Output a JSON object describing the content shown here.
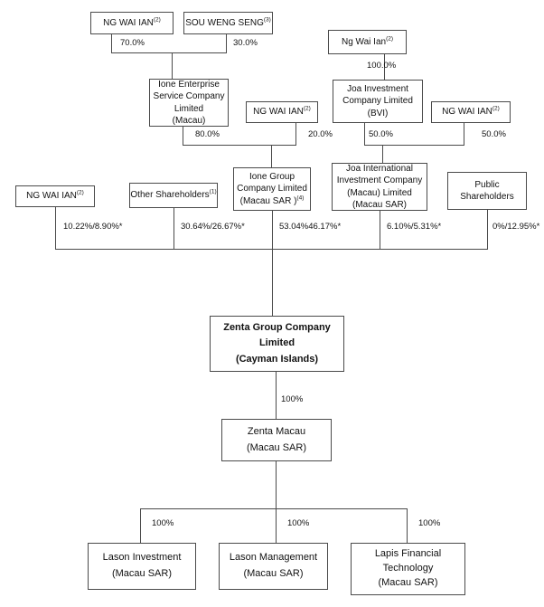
{
  "entities": {
    "ng_wai_ian_top": {
      "label": "NG WAI IAN",
      "sup": "(2)"
    },
    "sou_weng_seng": {
      "label": "SOU WENG SENG",
      "sup": "(3)"
    },
    "ng_wai_ian_right": {
      "label": "Ng Wai Ian",
      "sup": "(2)"
    },
    "ione_enterprise": {
      "lines": [
        "Ione Enterprise",
        "Service Company",
        "Limited",
        "(Macau)"
      ]
    },
    "ng_wai_ian_mid": {
      "label": "NG WAI IAN",
      "sup": "(2)"
    },
    "joa_investment": {
      "lines": [
        "Joa Investment",
        "Company Limited",
        "(BVI)"
      ]
    },
    "ng_wai_ian_far_right": {
      "label": "NG WAI IAN",
      "sup": "(2)"
    },
    "ng_wai_ian_row3": {
      "label": "NG WAI IAN",
      "sup": "(2)"
    },
    "other_shareholders": {
      "label": "Other Shareholders",
      "sup": "(1)"
    },
    "ione_group": {
      "lines": [
        "Ione Group",
        "Company Limited"
      ],
      "last_line": "(Macau SAR )",
      "sup": "(4)"
    },
    "joa_international": {
      "lines": [
        "Joa International",
        "Investment Company",
        "(Macau) Limited",
        "(Macau SAR)"
      ]
    },
    "public_shareholders": {
      "lines": [
        "Public",
        "Shareholders"
      ]
    },
    "zenta_group": {
      "lines": [
        "Zenta Group Company",
        "Limited",
        "(Cayman Islands)"
      ]
    },
    "zenta_macau": {
      "lines": [
        "Zenta Macau",
        "(Macau SAR)"
      ]
    },
    "lason_investment": {
      "lines": [
        "Lason Investment",
        "(Macau SAR)"
      ]
    },
    "lason_management": {
      "lines": [
        "Lason Management",
        "(Macau SAR)"
      ]
    },
    "lapis_financial": {
      "lines": [
        "Lapis Financial",
        "Technology",
        "(Macau SAR)"
      ]
    }
  },
  "percentages": {
    "top_left": "70.0%",
    "top_right": "30.0%",
    "right_100": "100.0%",
    "ione_80": "80.0%",
    "ng_20": "20.0%",
    "joa_50": "50.0%",
    "ng_50": "50.0%",
    "row3_ng": "10.22%/8.90%*",
    "row3_other": "30.64%/26.67%*",
    "row3_ione_group": "53.04%46.17%*",
    "row3_joa_intl": "6.10%/5.31%*",
    "row3_public": "0%/12.95%*",
    "zenta_100": "100%",
    "lason_inv_100": "100%",
    "lason_mgmt_100": "100%",
    "lapis_100": "100%"
  },
  "colors": {
    "line": "#4a4a4a",
    "text": "#111111",
    "background": "#ffffff"
  }
}
